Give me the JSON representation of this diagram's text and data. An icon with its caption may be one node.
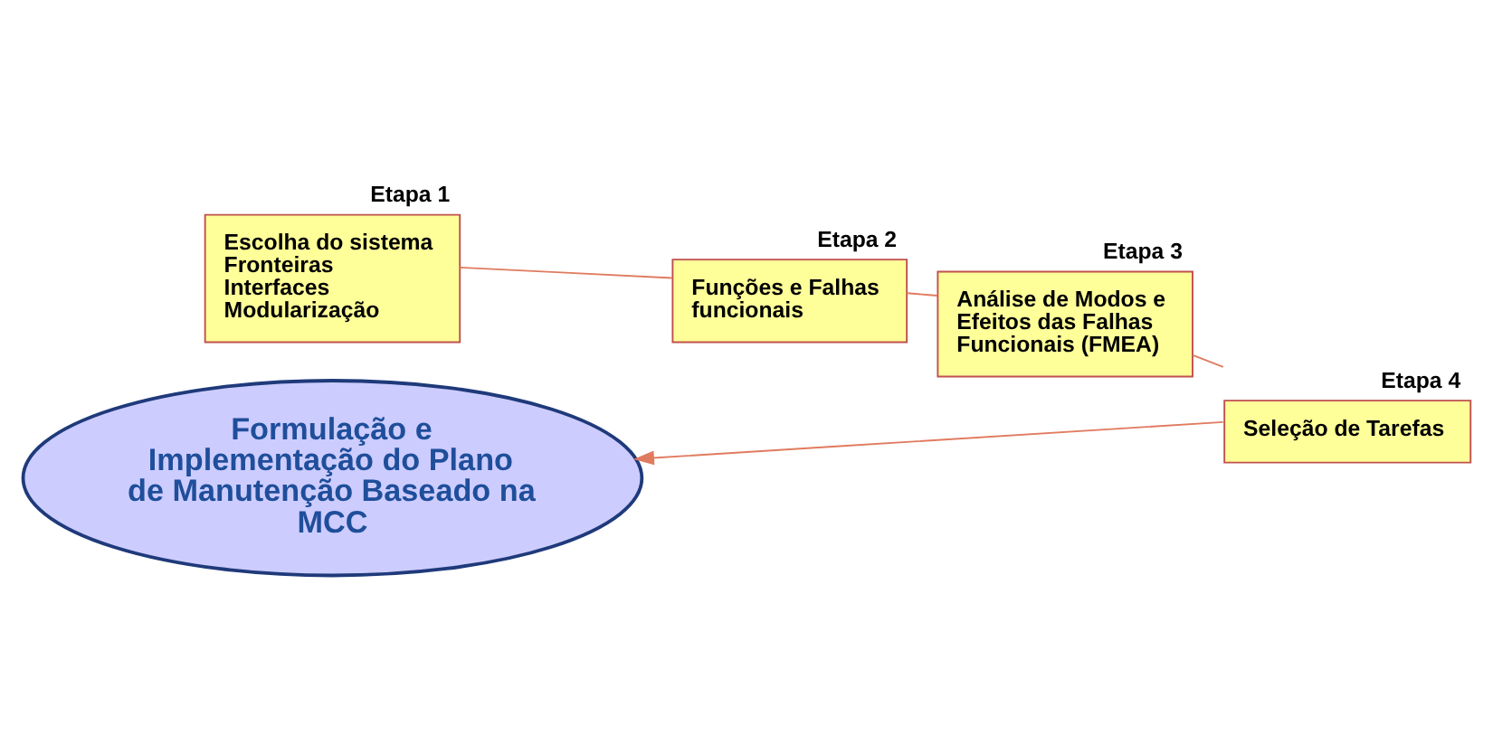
{
  "diagram": {
    "nodes": [
      {
        "text": [
          "Etapa 1",
          "Escolha do sistema",
          "Fronteiras",
          "Interfaces",
          "Modularização"
        ]
      },
      {
        "text": [
          "Etapa 2",
          "Funções e Falhas funcionais"
        ]
      },
      {
        "text": [
          "Etapa 3",
          "Análise de Modos e Efeitos das Falhas Funcionais (FMEA)"
        ]
      },
      {
        "text": [
          "Etapa 4",
          "Seleção de Tarefas"
        ]
      },
      {
        "text": [
          "Formulação e Implementação do Plano de Manutenção Baseado na MCC"
        ]
      }
    ],
    "edges": [
      {
        "from": 0,
        "to": 1,
        "arrow": "none"
      },
      {
        "from": 1,
        "to": 2,
        "arrow": "none"
      },
      {
        "from": 2,
        "to": 3,
        "arrow": "none"
      },
      {
        "from": 3,
        "to": 4,
        "arrow": "to"
      }
    ]
  }
}
